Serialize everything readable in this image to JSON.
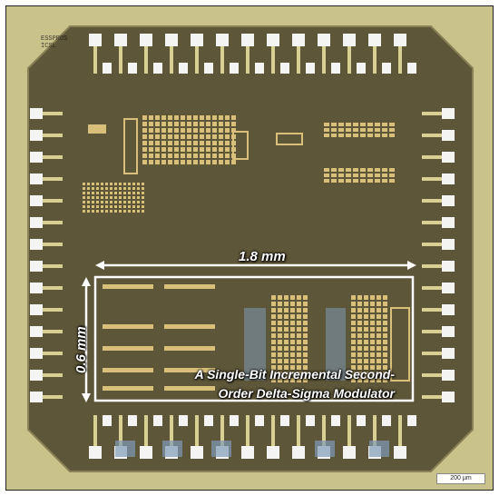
{
  "annotations": {
    "width_label": "1.8 mm",
    "height_label": "0.6 mm",
    "title_line1": "A Single-Bit Incremental Second-",
    "title_line2": "Order Delta-Sigma Modulator"
  },
  "scale_bar": {
    "label": "200 µm"
  },
  "die_logo": {
    "line1": "ESSPROS",
    "line2": "ICSL"
  },
  "colors": {
    "die": "#5e5638",
    "pad_ring": "#c9c28a",
    "pad": "#f4f4f2",
    "circuit": "#d8c07a",
    "outline": "#ffffff"
  }
}
